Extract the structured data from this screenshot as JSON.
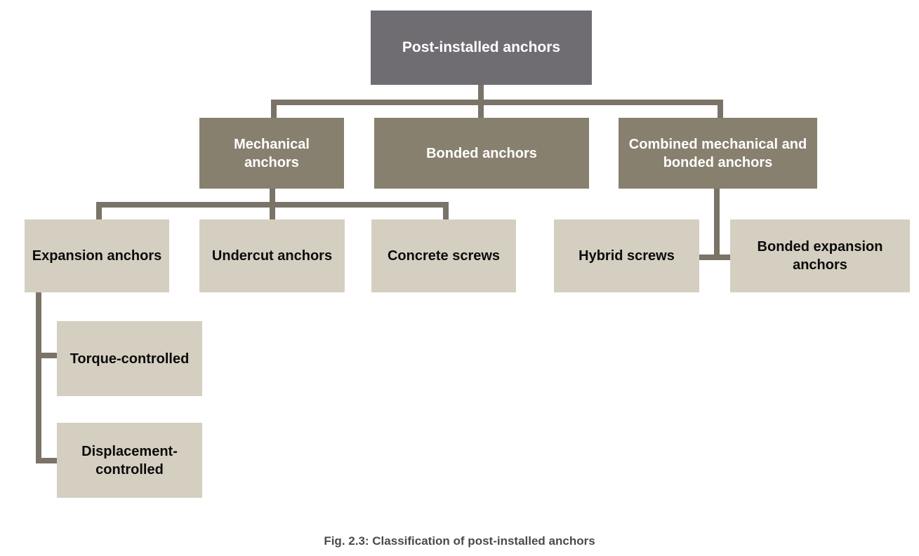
{
  "figure": {
    "caption": "Fig. 2.3: Classification of post-installed anchors",
    "colors": {
      "root_box": "#6f6d72",
      "level_two_box": "#87806e",
      "level_three_box": "#d5cfc1",
      "connector": "#7a7367",
      "light_text": "#ffffff",
      "dark_text": "#0b0b0b",
      "caption_text": "#4a4a4a",
      "background": "#ffffff"
    }
  },
  "diagram": {
    "type": "tree",
    "root": {
      "label": "Post-installed anchors"
    },
    "level_two": [
      {
        "label": "Mechanical anchors"
      },
      {
        "label": "Bonded anchors"
      },
      {
        "label": "Combined mechanical and bonded anchors"
      }
    ],
    "level_three": [
      {
        "label": "Expansion anchors"
      },
      {
        "label": "Undercut anchors"
      },
      {
        "label": "Concrete screws"
      },
      {
        "label": "Hybrid screws"
      },
      {
        "label": "Bonded expansion anchors"
      }
    ],
    "level_four": [
      {
        "label": "Torque-controlled"
      },
      {
        "label": "Displacement-controlled"
      }
    ]
  }
}
